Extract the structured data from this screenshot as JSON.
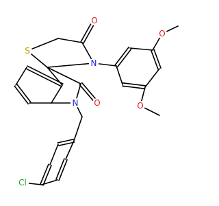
{
  "structure": {
    "atoms": {
      "S1": {
        "symbol": "S",
        "color": "#b8a200"
      },
      "O1": {
        "symbol": "O",
        "color": "#e02020"
      },
      "O2": {
        "symbol": "O",
        "color": "#e02020"
      },
      "O3": {
        "symbol": "O",
        "color": "#e02020"
      },
      "O4": {
        "symbol": "O",
        "color": "#e02020"
      },
      "N1": {
        "symbol": "N",
        "color": "#2020e0"
      },
      "N2": {
        "symbol": "N",
        "color": "#2020e0"
      },
      "Cl1": {
        "symbol": "Cl",
        "color": "#20a020"
      }
    }
  }
}
